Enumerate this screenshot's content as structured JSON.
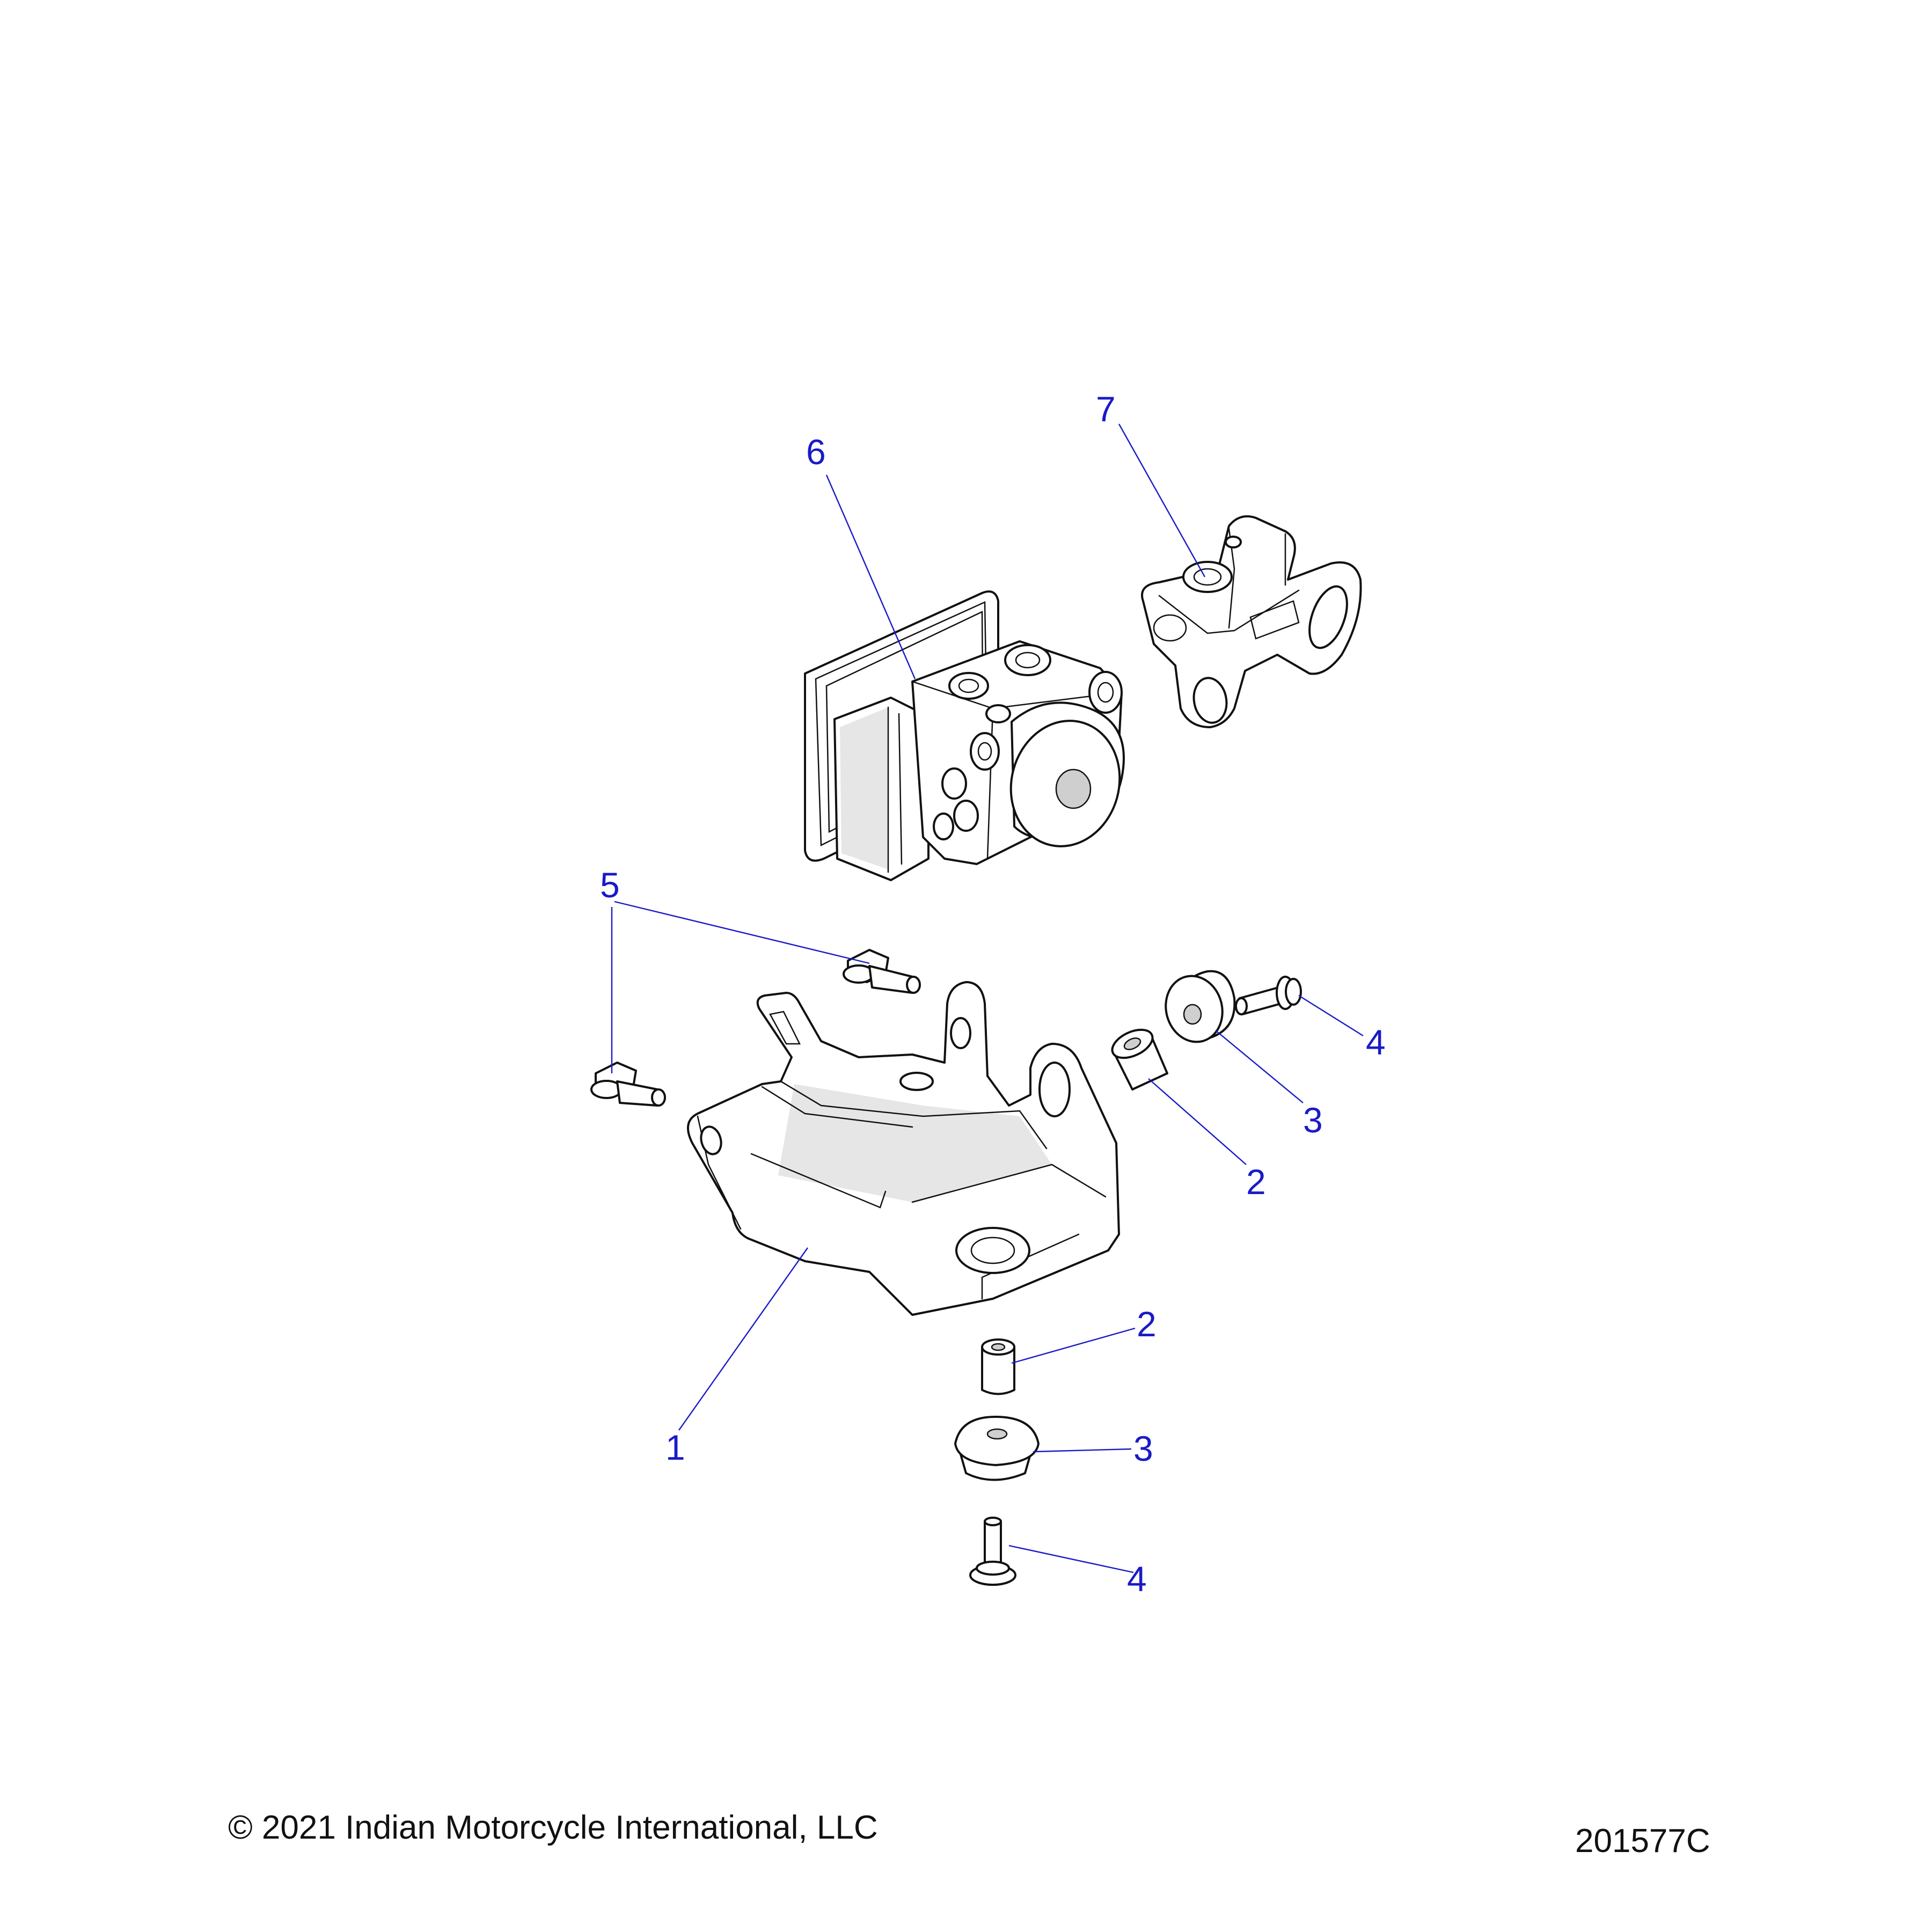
{
  "footer": {
    "copyright": "© 2021 Indian Motorcycle International, LLC",
    "drawing_number": "201577C"
  },
  "callouts": {
    "c1": "1",
    "c2a": "2",
    "c2b": "2",
    "c3a": "3",
    "c3b": "3",
    "c4a": "4",
    "c4b": "4",
    "c5": "5",
    "c6": "6",
    "c7": "7"
  },
  "colors": {
    "callout": "#1a1ac8",
    "line_art": "#111111",
    "background": "#ffffff"
  }
}
